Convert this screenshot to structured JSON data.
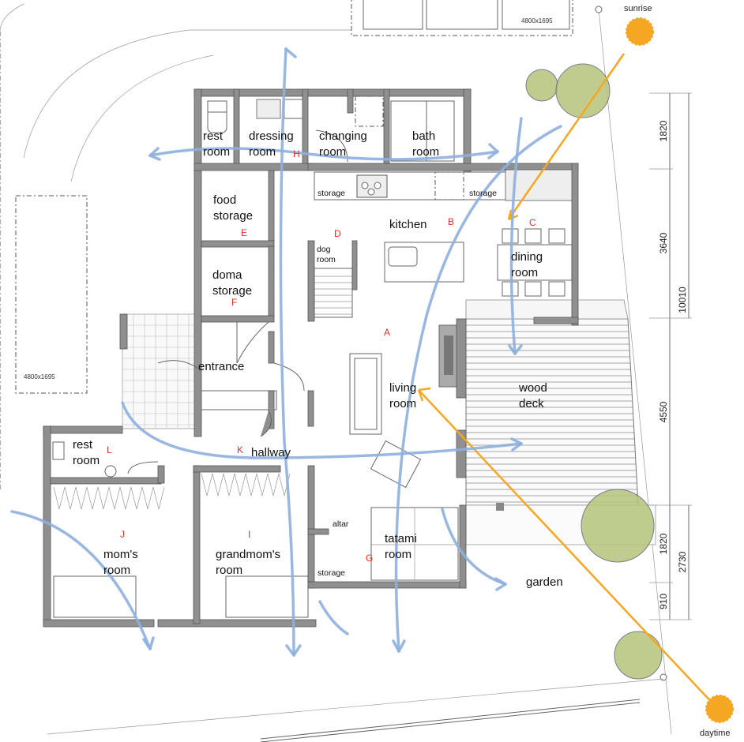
{
  "rooms": {
    "rest_room_top": [
      "rest",
      "room"
    ],
    "dressing_room": [
      "dressing",
      "room"
    ],
    "changing_room": [
      "changing",
      "room"
    ],
    "bath_room": [
      "bath",
      "room"
    ],
    "kitchen": "kitchen",
    "dining_room": [
      "dining",
      "room"
    ],
    "food_storage": [
      "food",
      "storage"
    ],
    "dog_room": [
      "dog",
      "room"
    ],
    "doma_storage": [
      "doma",
      "storage"
    ],
    "entrance": "entrance",
    "living_room": [
      "living",
      "room"
    ],
    "wood_deck": [
      "wood",
      "deck"
    ],
    "rest_room_bottom": [
      "rest",
      "room"
    ],
    "hallway": "hallway",
    "moms_room": [
      "mom's",
      "room"
    ],
    "grandmoms_room": [
      "grandmom's",
      "room"
    ],
    "altar": "altar",
    "tatami_room": [
      "tatami",
      "room"
    ],
    "storage_bottom": "storage",
    "storage_kitchen_left": "storage",
    "storage_kitchen_right": "storage",
    "garden": "garden"
  },
  "zone_letters": [
    "A",
    "B",
    "C",
    "D",
    "E",
    "F",
    "G",
    "H",
    "I",
    "J",
    "K",
    "L"
  ],
  "parking": [
    "4800x1695",
    "4800x1695"
  ],
  "sun": {
    "sunrise": "sunrise",
    "daytime": "daytime",
    "color": "#f5a623"
  },
  "dimensions": {
    "segments": [
      "1820",
      "3640",
      "4550",
      "1820",
      "910"
    ],
    "totals": [
      "10010",
      "2730"
    ]
  },
  "colors": {
    "wall": "#8f8f8f",
    "airflow": "#8eb0de",
    "zone_letter": "#e0302a",
    "tree": "#b4c47a"
  }
}
